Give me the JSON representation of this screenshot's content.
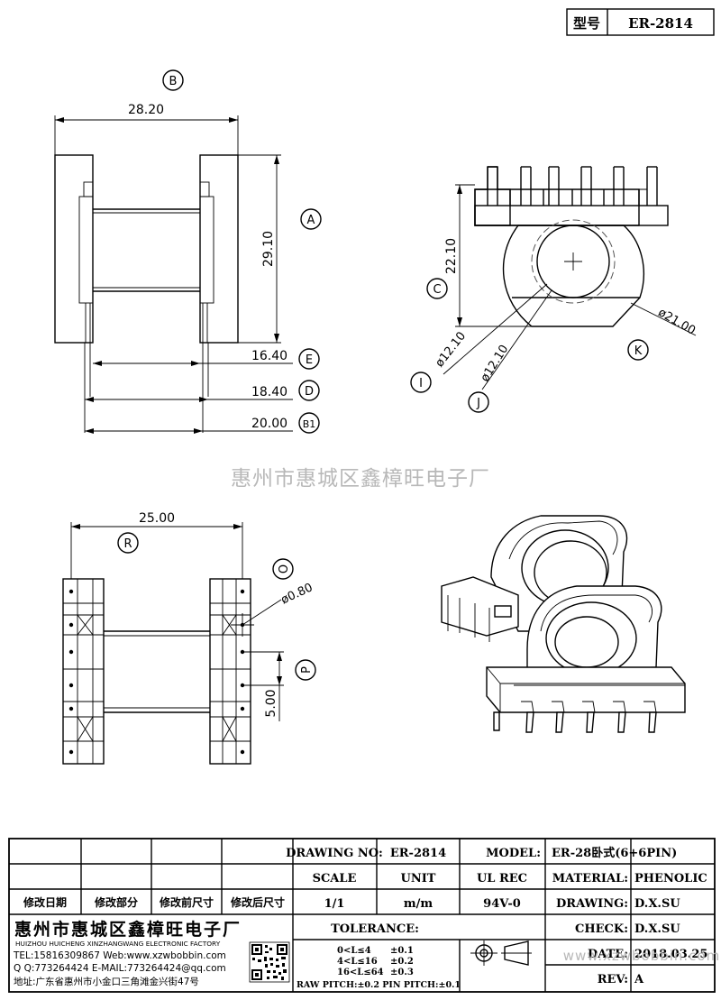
{
  "header": {
    "type_label": "型号",
    "type_value": "ER-2814"
  },
  "watermark": "惠州市惠城区鑫樟旺电子厂",
  "watermark_url": "www.xzwbobbin.com",
  "views": {
    "front": {
      "label_top": "B",
      "dim_top": "28.20",
      "label_height": "A",
      "dim_height": "29.10",
      "label_e": "E",
      "dim_e": "16.40",
      "label_d": "D",
      "dim_d": "18.40",
      "label_b1": "B1",
      "dim_b1": "20.00"
    },
    "side": {
      "label_c": "C",
      "dim_c": "22.10",
      "label_i": "I",
      "dim_i": "ø12.10",
      "label_j": "J",
      "dim_j": "ø12.10",
      "label_k": "K",
      "dim_k": "ø21.00"
    },
    "bottom": {
      "label_r": "R",
      "dim_r": "25.00",
      "label_o": "O",
      "dim_o": "ø0.80",
      "label_p": "P",
      "dim_p": "5.00"
    }
  },
  "title_block": {
    "rev_headers": [
      "修改日期",
      "修改部分",
      "修改前尺寸",
      "修改后尺寸"
    ],
    "drawing_no_label": "DRAWING NO:",
    "drawing_no": "ER-2814",
    "model_label": "MODEL:",
    "model": "ER-28卧式(6+6PIN)",
    "scale_label": "SCALE",
    "unit_label": "UNIT",
    "ul_label": "UL REC",
    "material_label": "MATERIAL:",
    "material": "PHENOLIC",
    "scale": "1/1",
    "unit": "m/m",
    "ul": "94V-0",
    "drawing_label": "DRAWING:",
    "drawing": "D.X.SU",
    "check_label": "CHECK:",
    "check": "D.X.SU",
    "date_label": "DATE:",
    "date": "2018.03.25",
    "rev_label": "REV:",
    "rev": "A",
    "company_cn": "惠州市惠城区鑫樟旺电子厂",
    "company_en": "HUIZHOU HUICHENG XINZHANGWANG ELECTRONIC FACTORY",
    "tel": "TEL:15816309867 Web:www.xzwbobbin.com",
    "qq": "Q Q:773264424 E-MAIL:773264424@qq.com",
    "addr": "地址:广东省惠州市小金口三角滩金兴街47号",
    "tolerance_label": "TOLERANCE:",
    "tol": [
      {
        "range": "0<L≤4",
        "val": "±0.1"
      },
      {
        "range": "4<L≤16",
        "val": "±0.2"
      },
      {
        "range": "16<L≤64",
        "val": "±0.3"
      }
    ],
    "pitch": "RAW PITCH:±0.2 PIN PITCH:±0.1"
  }
}
